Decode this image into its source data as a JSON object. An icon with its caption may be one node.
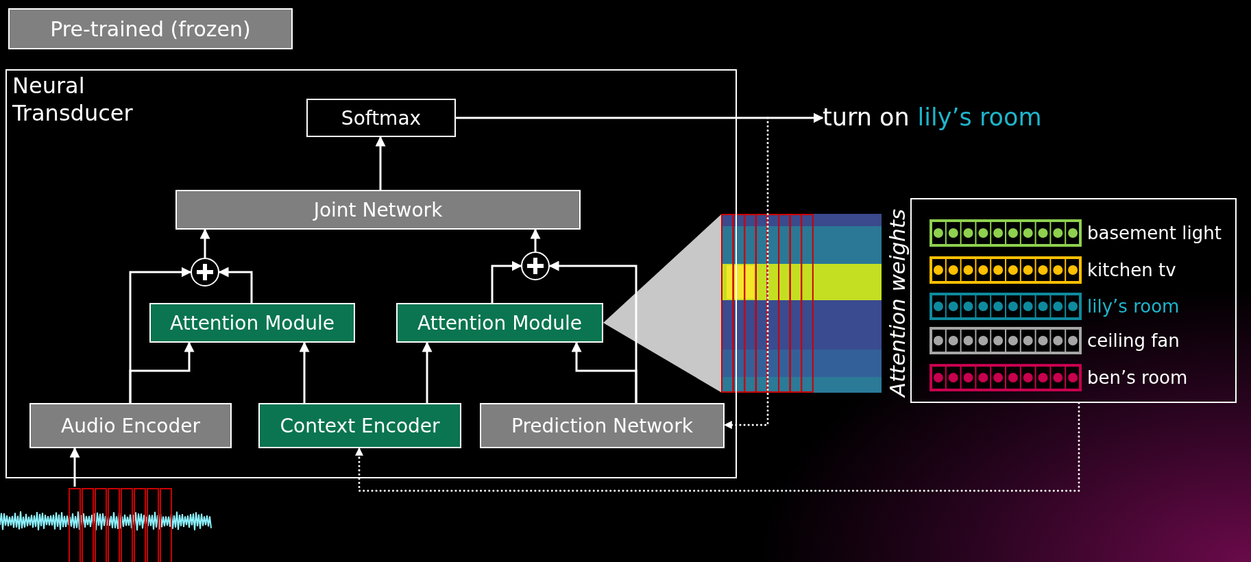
{
  "diagram": {
    "nodes": [
      {
        "text": [
          "Neural Transducer"
        ]
      },
      {
        "text": [
          "Softmax"
        ],
        "in": 0
      },
      {
        "text": [
          "Joint Network"
        ],
        "in": 0
      },
      {
        "text": [],
        "shape": "circle",
        "in": 0
      },
      {
        "text": [],
        "shape": "circle",
        "in": 0
      },
      {
        "text": [
          "Attention Module"
        ],
        "in": 0
      },
      {
        "text": [
          "Attention Module"
        ],
        "in": 0
      },
      {
        "text": [
          "Audio Encoder"
        ],
        "in": 0
      },
      {
        "text": [
          "Context Encoder"
        ],
        "in": 0
      },
      {
        "text": [
          "Prediction Network"
        ],
        "in": 0
      },
      {
        "text": [
          "turn on",
          "lily’s room"
        ]
      },
      {
        "text": [],
        "shape": "box"
      },
      {
        "text": [
          "basement light"
        ],
        "in": 11
      },
      {
        "text": [
          "kitchen tv"
        ],
        "in": 11
      },
      {
        "text": [
          "lily’s room"
        ],
        "in": 11
      },
      {
        "text": [
          "ceiling fan"
        ],
        "in": 11
      },
      {
        "text": [
          "ben’s room"
        ],
        "in": 11
      },
      {
        "text": [],
        "shape": "picture"
      }
    ],
    "edges": [
      {
        "from": 17,
        "to": 7,
        "arrow": "to"
      },
      {
        "from": 7,
        "to": 3,
        "arrow": "to"
      },
      {
        "from": 7,
        "to": 5,
        "arrow": "to"
      },
      {
        "from": 5,
        "to": 3,
        "arrow": "to"
      },
      {
        "from": 3,
        "to": 2,
        "arrow": "to"
      },
      {
        "from": 8,
        "to": 5,
        "arrow": "to"
      },
      {
        "from": 8,
        "to": 6,
        "arrow": "to"
      },
      {
        "from": 9,
        "to": 4,
        "arrow": "to"
      },
      {
        "from": 9,
        "to": 6,
        "arrow": "to"
      },
      {
        "from": 6,
        "to": 4,
        "arrow": "to"
      },
      {
        "from": 4,
        "to": 2,
        "arrow": "to"
      },
      {
        "from": 2,
        "to": 1,
        "arrow": "to"
      },
      {
        "from": 1,
        "to": 10,
        "arrow": "to"
      },
      {
        "from": null,
        "to": 9,
        "arrow": "to",
        "style": "dashed"
      },
      {
        "from": 11,
        "to": 8,
        "arrow": "to",
        "style": "dashed"
      }
    ],
    "labels": [
      "Attention weights"
    ],
    "legend": [
      {
        "text": "Pre-trained (frozen)",
        "color": "#808080"
      }
    ]
  }
}
